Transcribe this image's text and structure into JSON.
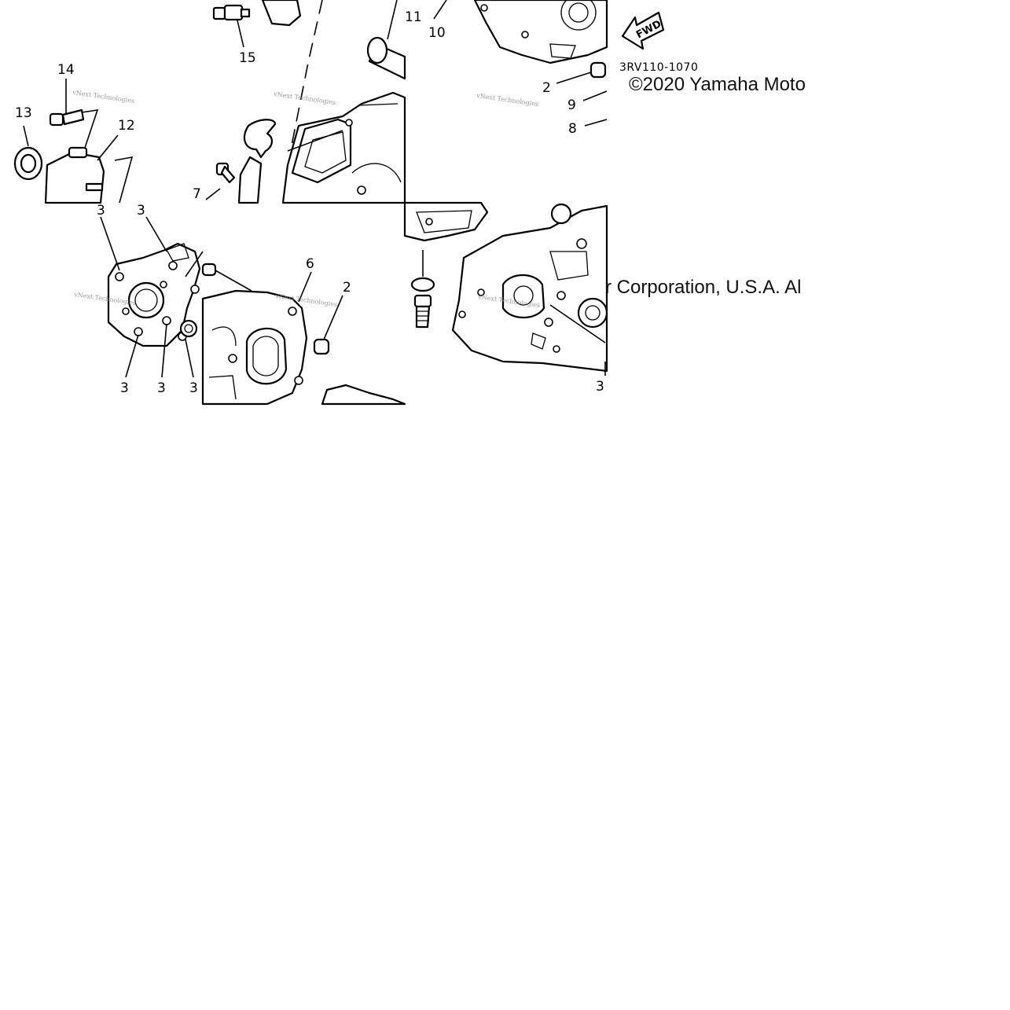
{
  "part_code": "3RV110-1070",
  "fwd_label": "FWD",
  "copyright_top": "©2020 Yamaha Moto",
  "copyright_bottom": "r Corporation, U.S.A. Al",
  "watermark": "vNext Technologies",
  "callouts": {
    "c15": "15",
    "c11": "11",
    "c10": "10",
    "c14": "14",
    "c13": "13",
    "c12": "12",
    "c7": "7",
    "c2a": "2",
    "c9": "9",
    "c8": "8",
    "c3a": "3",
    "c3b": "3",
    "c6": "6",
    "c2b": "2",
    "c3c": "3",
    "c3d": "3",
    "c3e": "3",
    "c3f": "3"
  }
}
